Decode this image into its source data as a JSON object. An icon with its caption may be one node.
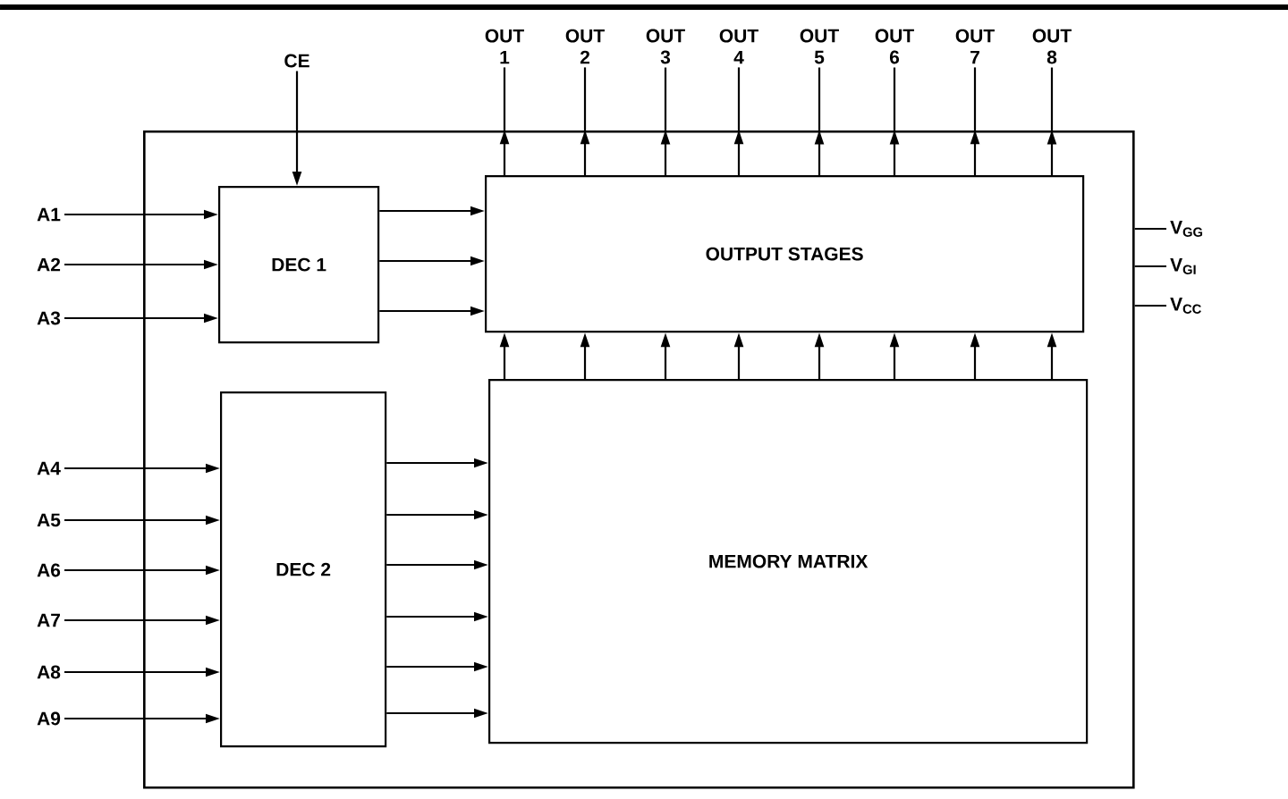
{
  "diagram": {
    "nodes": [
      {
        "text": [],
        "shape": "box"
      },
      {
        "text": [
          "CE"
        ]
      },
      {
        "text": [
          "OUT 1"
        ]
      },
      {
        "text": [
          "OUT 2"
        ]
      },
      {
        "text": [
          "OUT 3"
        ]
      },
      {
        "text": [
          "OUT 4"
        ]
      },
      {
        "text": [
          "OUT 5"
        ]
      },
      {
        "text": [
          "OUT 6"
        ]
      },
      {
        "text": [
          "OUT 7"
        ]
      },
      {
        "text": [
          "OUT 8"
        ]
      },
      {
        "text": [
          "V$_{GG}$"
        ]
      },
      {
        "text": [
          "V$_{GI}$"
        ]
      },
      {
        "text": [
          "V$_{CC}$"
        ]
      },
      {
        "text": [
          "A1"
        ]
      },
      {
        "text": [
          "A2"
        ]
      },
      {
        "text": [
          "A3"
        ]
      },
      {
        "text": [
          "DEC 1"
        ],
        "in": 0
      },
      {
        "text": [
          "OUTPUT STAGES"
        ],
        "in": 0
      },
      {
        "text": [
          "A4"
        ]
      },
      {
        "text": [
          "A5"
        ]
      },
      {
        "text": [
          "A6"
        ]
      },
      {
        "text": [
          "A7"
        ]
      },
      {
        "text": [
          "A8"
        ]
      },
      {
        "text": [
          "A9"
        ]
      },
      {
        "text": [
          "DEC 2"
        ],
        "in": 0
      },
      {
        "text": [
          "MEMORY MATRIX"
        ],
        "in": 0
      }
    ],
    "edges": [
      {
        "from": 1,
        "to": 16,
        "arrow": "to"
      },
      {
        "from": 13,
        "to": 16,
        "arrow": "to"
      },
      {
        "from": 14,
        "to": 16,
        "arrow": "to"
      },
      {
        "from": 15,
        "to": 16,
        "arrow": "to"
      },
      {
        "from": 18,
        "to": 24,
        "arrow": "to"
      },
      {
        "from": 19,
        "to": 24,
        "arrow": "to"
      },
      {
        "from": 20,
        "to": 24,
        "arrow": "to"
      },
      {
        "from": 21,
        "to": 24,
        "arrow": "to"
      },
      {
        "from": 22,
        "to": 24,
        "arrow": "to"
      },
      {
        "from": 23,
        "to": 24,
        "arrow": "to"
      },
      {
        "from": 16,
        "to": 17,
        "arrow": "to"
      },
      {
        "from": 16,
        "to": 17,
        "arrow": "to"
      },
      {
        "from": 16,
        "to": 17,
        "arrow": "to"
      },
      {
        "from": 24,
        "to": 25,
        "arrow": "to"
      },
      {
        "from": 24,
        "to": 25,
        "arrow": "to"
      },
      {
        "from": 24,
        "to": 25,
        "arrow": "to"
      },
      {
        "from": 24,
        "to": 25,
        "arrow": "to"
      },
      {
        "from": 24,
        "to": 25,
        "arrow": "to"
      },
      {
        "from": 24,
        "to": 25,
        "arrow": "to"
      },
      {
        "from": 25,
        "to": 17,
        "arrow": "to"
      },
      {
        "from": 25,
        "to": 17,
        "arrow": "to"
      },
      {
        "from": 25,
        "to": 17,
        "arrow": "to"
      },
      {
        "from": 25,
        "to": 17,
        "arrow": "to"
      },
      {
        "from": 25,
        "to": 17,
        "arrow": "to"
      },
      {
        "from": 25,
        "to": 17,
        "arrow": "to"
      },
      {
        "from": 25,
        "to": 17,
        "arrow": "to"
      },
      {
        "from": 25,
        "to": 17,
        "arrow": "to"
      },
      {
        "from": 17,
        "to": 2,
        "arrow": "to"
      },
      {
        "from": 17,
        "to": 3,
        "arrow": "to"
      },
      {
        "from": 17,
        "to": 4,
        "arrow": "to"
      },
      {
        "from": 17,
        "to": 5,
        "arrow": "to"
      },
      {
        "from": 17,
        "to": 6,
        "arrow": "to"
      },
      {
        "from": 17,
        "to": 7,
        "arrow": "to"
      },
      {
        "from": 17,
        "to": 8,
        "arrow": "to"
      },
      {
        "from": 17,
        "to": 9,
        "arrow": "to"
      },
      {
        "from": 0,
        "to": 10,
        "arrow": "none"
      },
      {
        "from": 0,
        "to": 11,
        "arrow": "none"
      },
      {
        "from": 0,
        "to": 12,
        "arrow": "none"
      }
    ]
  }
}
